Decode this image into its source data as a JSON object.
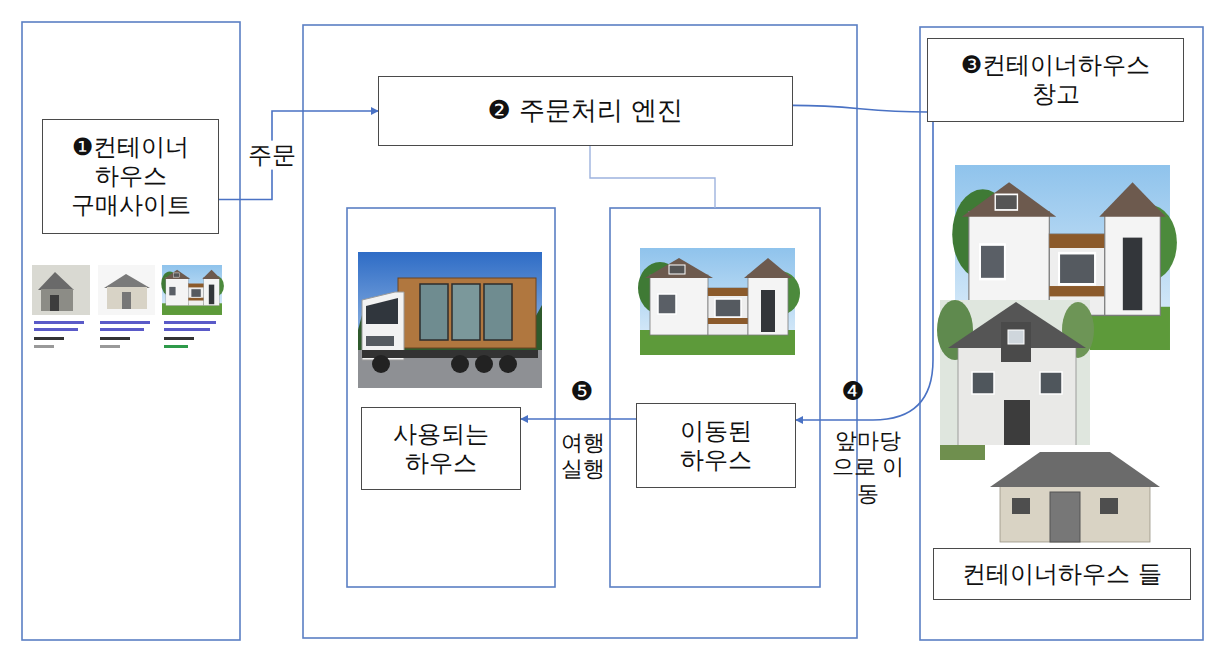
{
  "diagram": {
    "nodes": [
      {
        "text": [
          "❶컨테이너 하우스 구매사이트"
        ]
      },
      {
        "text": [
          "❷ 주문처리 엔진"
        ]
      },
      {
        "text": [
          "사용되는 하우스"
        ]
      },
      {
        "text": [
          "이동된 하우스"
        ]
      },
      {
        "text": [
          "❸컨테이너하우스 창고"
        ]
      },
      {
        "text": [
          "컨테이너하우스 들"
        ]
      }
    ],
    "edges": [
      {
        "from": 0,
        "to": 1,
        "arrow": "to",
        "label": "주문"
      },
      {
        "from": 1,
        "to": 4,
        "arrow": "none"
      },
      {
        "from": 4,
        "to": 3,
        "arrow": "to"
      },
      {
        "from": 3,
        "to": 2,
        "arrow": "to"
      }
    ],
    "labels": [
      "❹",
      "앞마당으로 이동",
      "❺",
      "여행 실행"
    ]
  }
}
